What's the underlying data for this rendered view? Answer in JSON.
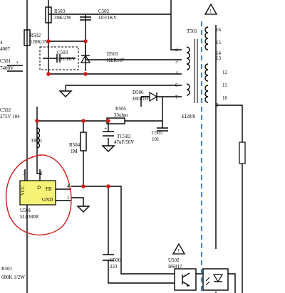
{
  "components": {
    "r503": {
      "ref": "R503",
      "value": "39K/2W"
    },
    "c502_top": {
      "ref": "C502",
      "value": "103/1KV"
    },
    "r502": {
      "ref": "R502",
      "value": "120K/2W"
    },
    "c503": {
      "ref": "C503",
      "value": "101/1KV"
    },
    "d503": {
      "ref": "D503",
      "value": "HER107"
    },
    "t501": {
      "ref": "T501",
      "core": "EI28/8"
    },
    "d506": {
      "ref": "D506",
      "value": "HER105"
    },
    "r505": {
      "ref": "R505",
      "value": "33ohm"
    },
    "c505": {
      "ref": "C505",
      "value": "101"
    },
    "tc502": {
      "ref": "TC502",
      "value": "47uF/50V"
    },
    "r504": {
      "ref": "R504",
      "value": "1M"
    },
    "u501": {
      "ref": "U501",
      "value": "5L0380R"
    },
    "c506": {
      "ref": "C506",
      "value": "223"
    },
    "u502": {
      "ref": "U502",
      "value": "HS817"
    },
    "r501": {
      "ref": "R501",
      "value": "680K 1/2W"
    },
    "left_part_a": "4007",
    "left_part_b": "C501",
    "left_part_c": "7400V",
    "left_part_d": "4",
    "left_c502": "C502",
    "left_c502_value": "275V 104",
    "fb_coil": "FB01"
  },
  "chip_pins": {
    "vcc": "VCC",
    "d": "D",
    "fb": "FB",
    "gnd": "GND"
  },
  "pin_numbers": {
    "p1": "1",
    "p2": "2",
    "p3": "3",
    "p4": "4"
  },
  "primary_pins": [
    "2",
    "3",
    "4",
    "6",
    "7"
  ],
  "secondary_pins": [
    "16",
    "15",
    "14",
    "13",
    "12",
    "11",
    "10",
    "9"
  ],
  "warning_symbol": "!",
  "colors": {
    "wire": "#000000",
    "highlight": "#d11a1a",
    "isolation": "#1f66c9",
    "chip_fill": "#f7f377"
  }
}
